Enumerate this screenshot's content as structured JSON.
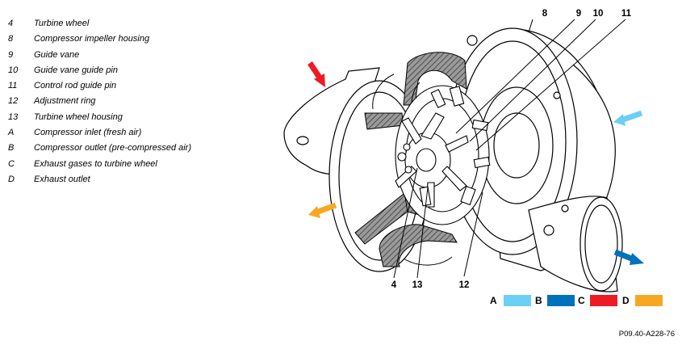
{
  "legend": [
    {
      "key": "4",
      "text": "Turbine wheel"
    },
    {
      "key": "8",
      "text": "Compressor impeller housing"
    },
    {
      "key": "9",
      "text": "Guide vane"
    },
    {
      "key": "10",
      "text": "Guide vane guide pin"
    },
    {
      "key": "11",
      "text": "Control rod guide pin"
    },
    {
      "key": "12",
      "text": "Adjustment ring"
    },
    {
      "key": "13",
      "text": "Turbine wheel housing"
    },
    {
      "key": "A",
      "text": "Compressor inlet (fresh air)"
    },
    {
      "key": "B",
      "text": "Compressor outlet (pre-compressed air)"
    },
    {
      "key": "C",
      "text": "Exhaust gases to turbine wheel"
    },
    {
      "key": "D",
      "text": "Exhaust outlet"
    }
  ],
  "callouts": {
    "c8": "8",
    "c9": "9",
    "c10": "10",
    "c11": "11",
    "c4": "4",
    "c13": "13",
    "c12": "12"
  },
  "flow_key": [
    {
      "letter": "A",
      "color": "#6dcff6"
    },
    {
      "letter": "B",
      "color": "#0072bc"
    },
    {
      "letter": "C",
      "color": "#ed1c24"
    },
    {
      "letter": "D",
      "color": "#f7a823"
    }
  ],
  "figure_ref": "P09.40-A228-76"
}
